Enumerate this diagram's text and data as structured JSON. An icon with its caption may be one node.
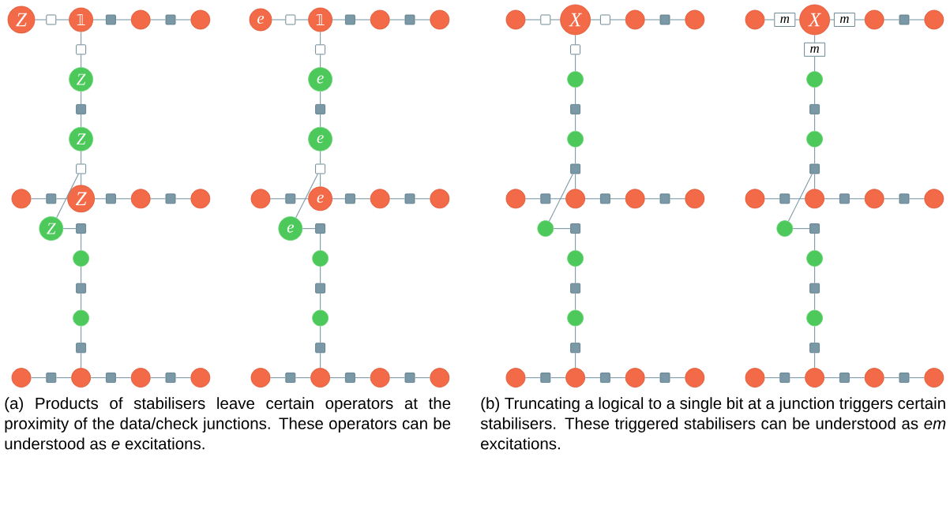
{
  "diagram": {
    "nodes": [
      {
        "text": [
          "Z"
        ]
      },
      {
        "text": [],
        "shape": "box"
      },
      {
        "text": [
          "𝟙"
        ]
      },
      {
        "text": [],
        "shape": "box"
      },
      {
        "text": [],
        "shape": "circle"
      },
      {
        "text": [],
        "shape": "box"
      },
      {
        "text": [],
        "shape": "circle"
      },
      {
        "text": [],
        "shape": "box"
      },
      {
        "text": [
          "Z"
        ]
      },
      {
        "text": [],
        "shape": "box"
      },
      {
        "text": [
          "Z"
        ]
      },
      {
        "text": [],
        "shape": "box"
      },
      {
        "text": [],
        "shape": "circle"
      },
      {
        "text": [],
        "shape": "box"
      },
      {
        "text": [
          "Z"
        ]
      },
      {
        "text": [],
        "shape": "box"
      },
      {
        "text": [],
        "shape": "circle"
      },
      {
        "text": [],
        "shape": "box"
      },
      {
        "text": [],
        "shape": "circle"
      },
      {
        "text": [
          "Z"
        ]
      },
      {
        "text": [],
        "shape": "box"
      },
      {
        "text": [],
        "shape": "circle"
      },
      {
        "text": [],
        "shape": "box"
      },
      {
        "text": [],
        "shape": "circle"
      },
      {
        "text": [],
        "shape": "box"
      },
      {
        "text": [],
        "shape": "circle"
      },
      {
        "text": [],
        "shape": "box"
      },
      {
        "text": [],
        "shape": "circle"
      },
      {
        "text": [],
        "shape": "box"
      },
      {
        "text": [],
        "shape": "circle"
      },
      {
        "text": [],
        "shape": "box"
      },
      {
        "text": [],
        "shape": "circle"
      },
      {
        "text": [
          "e"
        ]
      },
      {
        "text": [],
        "shape": "box"
      },
      {
        "text": [
          "𝟙"
        ]
      },
      {
        "text": [],
        "shape": "box"
      },
      {
        "text": [],
        "shape": "circle"
      },
      {
        "text": [],
        "shape": "box"
      },
      {
        "text": [],
        "shape": "circle"
      },
      {
        "text": [],
        "shape": "box"
      },
      {
        "text": [
          "e"
        ]
      },
      {
        "text": [],
        "shape": "box"
      },
      {
        "text": [
          "e"
        ]
      },
      {
        "text": [],
        "shape": "box"
      },
      {
        "text": [],
        "shape": "circle"
      },
      {
        "text": [],
        "shape": "box"
      },
      {
        "text": [
          "e"
        ]
      },
      {
        "text": [],
        "shape": "box"
      },
      {
        "text": [],
        "shape": "circle"
      },
      {
        "text": [],
        "shape": "box"
      },
      {
        "text": [],
        "shape": "circle"
      },
      {
        "text": [
          "e"
        ]
      },
      {
        "text": [],
        "shape": "box"
      },
      {
        "text": [],
        "shape": "circle"
      },
      {
        "text": [],
        "shape": "box"
      },
      {
        "text": [],
        "shape": "circle"
      },
      {
        "text": [],
        "shape": "box"
      },
      {
        "text": [],
        "shape": "circle"
      },
      {
        "text": [],
        "shape": "box"
      },
      {
        "text": [],
        "shape": "circle"
      },
      {
        "text": [],
        "shape": "box"
      },
      {
        "text": [],
        "shape": "circle"
      },
      {
        "text": [],
        "shape": "box"
      },
      {
        "text": [],
        "shape": "circle"
      },
      {
        "text": [],
        "shape": "circle"
      },
      {
        "text": [],
        "shape": "box"
      },
      {
        "text": [
          "X"
        ]
      },
      {
        "text": [],
        "shape": "box"
      },
      {
        "text": [],
        "shape": "circle"
      },
      {
        "text": [],
        "shape": "box"
      },
      {
        "text": [],
        "shape": "circle"
      },
      {
        "text": [],
        "shape": "box"
      },
      {
        "text": [],
        "shape": "circle"
      },
      {
        "text": [],
        "shape": "box"
      },
      {
        "text": [],
        "shape": "circle"
      },
      {
        "text": [],
        "shape": "box"
      },
      {
        "text": [],
        "shape": "circle"
      },
      {
        "text": [],
        "shape": "box"
      },
      {
        "text": [],
        "shape": "circle"
      },
      {
        "text": [],
        "shape": "box"
      },
      {
        "text": [],
        "shape": "circle"
      },
      {
        "text": [],
        "shape": "box"
      },
      {
        "text": [],
        "shape": "circle"
      },
      {
        "text": [],
        "shape": "circle"
      },
      {
        "text": [],
        "shape": "box"
      },
      {
        "text": [],
        "shape": "circle"
      },
      {
        "text": [],
        "shape": "box"
      },
      {
        "text": [],
        "shape": "circle"
      },
      {
        "text": [],
        "shape": "box"
      },
      {
        "text": [],
        "shape": "circle"
      },
      {
        "text": [],
        "shape": "box"
      },
      {
        "text": [],
        "shape": "circle"
      },
      {
        "text": [],
        "shape": "box"
      },
      {
        "text": [],
        "shape": "circle"
      },
      {
        "text": [],
        "shape": "box"
      },
      {
        "text": [],
        "shape": "circle"
      },
      {
        "text": [],
        "shape": "circle"
      },
      {
        "text": [
          "m"
        ]
      },
      {
        "text": [
          "X"
        ]
      },
      {
        "text": [
          "m"
        ]
      },
      {
        "text": [],
        "shape": "circle"
      },
      {
        "text": [],
        "shape": "box"
      },
      {
        "text": [],
        "shape": "circle"
      },
      {
        "text": [
          "m"
        ]
      },
      {
        "text": [],
        "shape": "circle"
      },
      {
        "text": [],
        "shape": "box"
      },
      {
        "text": [],
        "shape": "circle"
      },
      {
        "text": [],
        "shape": "box"
      },
      {
        "text": [],
        "shape": "circle"
      },
      {
        "text": [],
        "shape": "box"
      },
      {
        "text": [],
        "shape": "circle"
      },
      {
        "text": [],
        "shape": "box"
      },
      {
        "text": [],
        "shape": "circle"
      },
      {
        "text": [],
        "shape": "box"
      },
      {
        "text": [],
        "shape": "circle"
      },
      {
        "text": [],
        "shape": "circle"
      },
      {
        "text": [],
        "shape": "box"
      },
      {
        "text": [],
        "shape": "circle"
      },
      {
        "text": [],
        "shape": "box"
      },
      {
        "text": [],
        "shape": "circle"
      },
      {
        "text": [],
        "shape": "box"
      },
      {
        "text": [],
        "shape": "circle"
      },
      {
        "text": [],
        "shape": "box"
      },
      {
        "text": [],
        "shape": "circle"
      },
      {
        "text": [],
        "shape": "box"
      },
      {
        "text": [],
        "shape": "circle"
      },
      {
        "text": [],
        "shape": "box"
      },
      {
        "text": [],
        "shape": "circle"
      }
    ],
    "edges": [
      {
        "from": 0,
        "to": 1,
        "arrow": "none"
      },
      {
        "from": 1,
        "to": 2,
        "arrow": "none"
      },
      {
        "from": 2,
        "to": 3,
        "arrow": "none"
      },
      {
        "from": 3,
        "to": 4,
        "arrow": "none"
      },
      {
        "from": 4,
        "to": 5,
        "arrow": "none"
      },
      {
        "from": 5,
        "to": 6,
        "arrow": "none"
      },
      {
        "from": 2,
        "to": 7,
        "arrow": "none"
      },
      {
        "from": 7,
        "to": 8,
        "arrow": "none"
      },
      {
        "from": 8,
        "to": 9,
        "arrow": "none"
      },
      {
        "from": 9,
        "to": 10,
        "arrow": "none"
      },
      {
        "from": 10,
        "to": 11,
        "arrow": "none"
      },
      {
        "from": 11,
        "to": 14,
        "arrow": "none"
      },
      {
        "from": 12,
        "to": 13,
        "arrow": "none"
      },
      {
        "from": 13,
        "to": 14,
        "arrow": "none"
      },
      {
        "from": 14,
        "to": 15,
        "arrow": "none"
      },
      {
        "from": 15,
        "to": 16,
        "arrow": "none"
      },
      {
        "from": 16,
        "to": 17,
        "arrow": "none"
      },
      {
        "from": 17,
        "to": 18,
        "arrow": "none"
      },
      {
        "from": 11,
        "to": 19,
        "arrow": "none"
      },
      {
        "from": 19,
        "to": 20,
        "arrow": "none"
      },
      {
        "from": 20,
        "to": 21,
        "arrow": "none"
      },
      {
        "from": 21,
        "to": 22,
        "arrow": "none"
      },
      {
        "from": 22,
        "to": 23,
        "arrow": "none"
      },
      {
        "from": 23,
        "to": 24,
        "arrow": "none"
      },
      {
        "from": 24,
        "to": 27,
        "arrow": "none"
      },
      {
        "from": 25,
        "to": 26,
        "arrow": "none"
      },
      {
        "from": 26,
        "to": 27,
        "arrow": "none"
      },
      {
        "from": 27,
        "to": 28,
        "arrow": "none"
      },
      {
        "from": 28,
        "to": 29,
        "arrow": "none"
      },
      {
        "from": 29,
        "to": 30,
        "arrow": "none"
      },
      {
        "from": 30,
        "to": 31,
        "arrow": "none"
      },
      {
        "from": 32,
        "to": 33,
        "arrow": "none"
      },
      {
        "from": 33,
        "to": 34,
        "arrow": "none"
      },
      {
        "from": 34,
        "to": 35,
        "arrow": "none"
      },
      {
        "from": 35,
        "to": 36,
        "arrow": "none"
      },
      {
        "from": 36,
        "to": 37,
        "arrow": "none"
      },
      {
        "from": 37,
        "to": 38,
        "arrow": "none"
      },
      {
        "from": 34,
        "to": 39,
        "arrow": "none"
      },
      {
        "from": 39,
        "to": 40,
        "arrow": "none"
      },
      {
        "from": 40,
        "to": 41,
        "arrow": "none"
      },
      {
        "from": 41,
        "to": 42,
        "arrow": "none"
      },
      {
        "from": 42,
        "to": 43,
        "arrow": "none"
      },
      {
        "from": 43,
        "to": 46,
        "arrow": "none"
      },
      {
        "from": 44,
        "to": 45,
        "arrow": "none"
      },
      {
        "from": 45,
        "to": 46,
        "arrow": "none"
      },
      {
        "from": 46,
        "to": 47,
        "arrow": "none"
      },
      {
        "from": 47,
        "to": 48,
        "arrow": "none"
      },
      {
        "from": 48,
        "to": 49,
        "arrow": "none"
      },
      {
        "from": 49,
        "to": 50,
        "arrow": "none"
      },
      {
        "from": 43,
        "to": 51,
        "arrow": "none"
      },
      {
        "from": 51,
        "to": 52,
        "arrow": "none"
      },
      {
        "from": 52,
        "to": 53,
        "arrow": "none"
      },
      {
        "from": 53,
        "to": 54,
        "arrow": "none"
      },
      {
        "from": 54,
        "to": 55,
        "arrow": "none"
      },
      {
        "from": 55,
        "to": 56,
        "arrow": "none"
      },
      {
        "from": 56,
        "to": 59,
        "arrow": "none"
      },
      {
        "from": 57,
        "to": 58,
        "arrow": "none"
      },
      {
        "from": 58,
        "to": 59,
        "arrow": "none"
      },
      {
        "from": 59,
        "to": 60,
        "arrow": "none"
      },
      {
        "from": 60,
        "to": 61,
        "arrow": "none"
      },
      {
        "from": 61,
        "to": 62,
        "arrow": "none"
      },
      {
        "from": 62,
        "to": 63,
        "arrow": "none"
      },
      {
        "from": 64,
        "to": 65,
        "arrow": "none"
      },
      {
        "from": 65,
        "to": 66,
        "arrow": "none"
      },
      {
        "from": 66,
        "to": 67,
        "arrow": "none"
      },
      {
        "from": 67,
        "to": 68,
        "arrow": "none"
      },
      {
        "from": 68,
        "to": 69,
        "arrow": "none"
      },
      {
        "from": 69,
        "to": 70,
        "arrow": "none"
      },
      {
        "from": 66,
        "to": 71,
        "arrow": "none"
      },
      {
        "from": 71,
        "to": 72,
        "arrow": "none"
      },
      {
        "from": 72,
        "to": 73,
        "arrow": "none"
      },
      {
        "from": 73,
        "to": 74,
        "arrow": "none"
      },
      {
        "from": 74,
        "to": 75,
        "arrow": "none"
      },
      {
        "from": 75,
        "to": 78,
        "arrow": "none"
      },
      {
        "from": 76,
        "to": 77,
        "arrow": "none"
      },
      {
        "from": 77,
        "to": 78,
        "arrow": "none"
      },
      {
        "from": 78,
        "to": 79,
        "arrow": "none"
      },
      {
        "from": 79,
        "to": 80,
        "arrow": "none"
      },
      {
        "from": 80,
        "to": 81,
        "arrow": "none"
      },
      {
        "from": 81,
        "to": 82,
        "arrow": "none"
      },
      {
        "from": 75,
        "to": 83,
        "arrow": "none"
      },
      {
        "from": 83,
        "to": 84,
        "arrow": "none"
      },
      {
        "from": 84,
        "to": 85,
        "arrow": "none"
      },
      {
        "from": 85,
        "to": 86,
        "arrow": "none"
      },
      {
        "from": 86,
        "to": 87,
        "arrow": "none"
      },
      {
        "from": 87,
        "to": 88,
        "arrow": "none"
      },
      {
        "from": 88,
        "to": 91,
        "arrow": "none"
      },
      {
        "from": 89,
        "to": 90,
        "arrow": "none"
      },
      {
        "from": 90,
        "to": 91,
        "arrow": "none"
      },
      {
        "from": 91,
        "to": 92,
        "arrow": "none"
      },
      {
        "from": 92,
        "to": 93,
        "arrow": "none"
      },
      {
        "from": 93,
        "to": 94,
        "arrow": "none"
      },
      {
        "from": 94,
        "to": 95,
        "arrow": "none"
      },
      {
        "from": 96,
        "to": 97,
        "arrow": "none"
      },
      {
        "from": 97,
        "to": 98,
        "arrow": "none"
      },
      {
        "from": 98,
        "to": 99,
        "arrow": "none"
      },
      {
        "from": 99,
        "to": 100,
        "arrow": "none"
      },
      {
        "from": 100,
        "to": 101,
        "arrow": "none"
      },
      {
        "from": 101,
        "to": 102,
        "arrow": "none"
      },
      {
        "from": 98,
        "to": 103,
        "arrow": "none"
      },
      {
        "from": 103,
        "to": 104,
        "arrow": "none"
      },
      {
        "from": 104,
        "to": 105,
        "arrow": "none"
      },
      {
        "from": 105,
        "to": 106,
        "arrow": "none"
      },
      {
        "from": 106,
        "to": 107,
        "arrow": "none"
      },
      {
        "from": 107,
        "to": 110,
        "arrow": "none"
      },
      {
        "from": 108,
        "to": 109,
        "arrow": "none"
      },
      {
        "from": 109,
        "to": 110,
        "arrow": "none"
      },
      {
        "from": 110,
        "to": 111,
        "arrow": "none"
      },
      {
        "from": 111,
        "to": 112,
        "arrow": "none"
      },
      {
        "from": 112,
        "to": 113,
        "arrow": "none"
      },
      {
        "from": 113,
        "to": 114,
        "arrow": "none"
      },
      {
        "from": 107,
        "to": 115,
        "arrow": "none"
      },
      {
        "from": 115,
        "to": 116,
        "arrow": "none"
      },
      {
        "from": 116,
        "to": 117,
        "arrow": "none"
      },
      {
        "from": 117,
        "to": 118,
        "arrow": "none"
      },
      {
        "from": 118,
        "to": 119,
        "arrow": "none"
      },
      {
        "from": 119,
        "to": 120,
        "arrow": "none"
      },
      {
        "from": 120,
        "to": 123,
        "arrow": "none"
      },
      {
        "from": 121,
        "to": 122,
        "arrow": "none"
      },
      {
        "from": 122,
        "to": 123,
        "arrow": "none"
      },
      {
        "from": 123,
        "to": 124,
        "arrow": "none"
      },
      {
        "from": 124,
        "to": 125,
        "arrow": "none"
      },
      {
        "from": 125,
        "to": 126,
        "arrow": "none"
      },
      {
        "from": 126,
        "to": 127,
        "arrow": "none"
      }
    ],
    "labels": [
      "(a) Products of stabilisers leave certain operators at the proximity of the data/check junctions. These operators can be understood as *e* excitations.",
      "(b) Truncating a logical to a single bit at a junction triggers certain stabilisers. These triggered stabilisers can be understood as *em* excitations."
    ]
  }
}
